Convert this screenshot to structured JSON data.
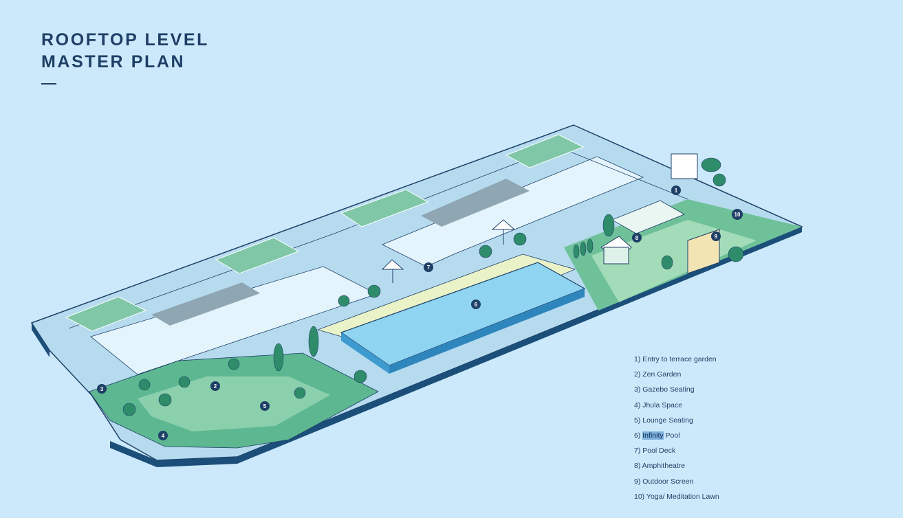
{
  "title": {
    "line1": "ROOFTOP LEVEL",
    "line2": "MASTER PLAN"
  },
  "legend": {
    "items": [
      "1) Entry to terrace garden",
      "2) Zen Garden",
      "3) Gazebo Seating",
      "4) Jhula Space",
      "5) Lounge Seating",
      "7) Pool Deck",
      "8) Amphitheatre",
      "9) Outdoor Screen",
      "10) Yoga/ Meditation Lawn"
    ],
    "item6": {
      "prefix": "6) ",
      "highlight": "Infinity",
      "suffix": " Pool"
    }
  },
  "markers": [
    "1",
    "2",
    "3",
    "4",
    "5",
    "6",
    "7",
    "8",
    "9",
    "10"
  ],
  "colors": {
    "background": "#cce9fb",
    "title": "#1e3f66",
    "roof_top": "#b8dcf0",
    "roof_side": "#1b4f7a",
    "garden_green": "#3f9e7a",
    "pool": "#7fd0ef",
    "highlight": "#7fb2de"
  }
}
